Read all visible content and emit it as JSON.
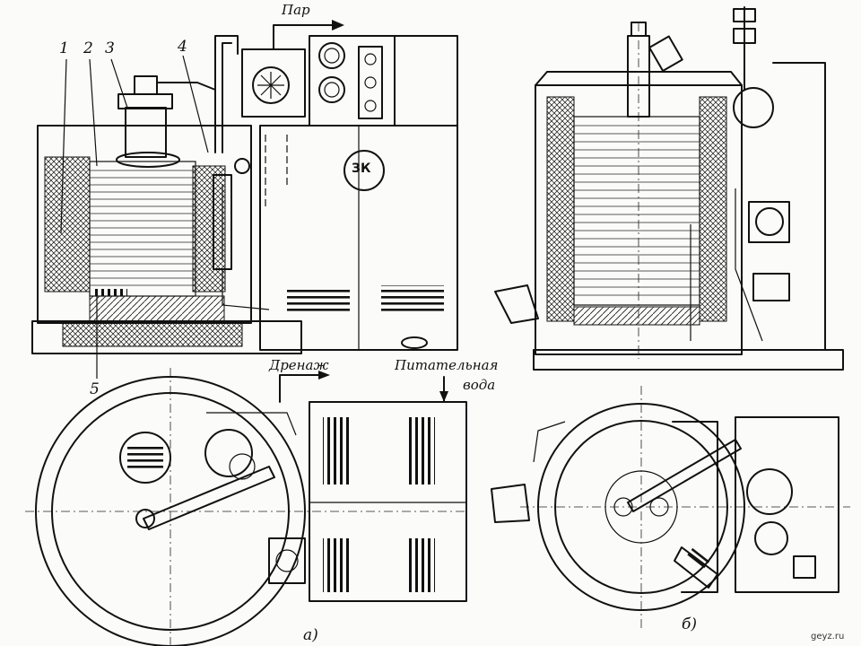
{
  "labels": {
    "steam": "Пар",
    "drain": "Дренаж",
    "feed_line1": "Питательная",
    "feed_line2": "вода",
    "n1": "1",
    "n2": "2",
    "n3": "3",
    "n4": "4",
    "n5": "5",
    "view_a": "a)",
    "view_b": "б)",
    "emblem": "ЗК",
    "watermark": "geyz.ru"
  }
}
